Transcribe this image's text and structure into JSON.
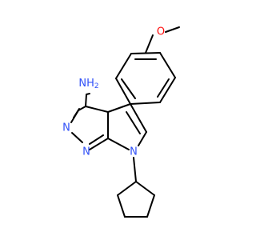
{
  "molecule": {
    "atom_labels": {
      "amine": "NH",
      "amine_subscript": "2",
      "ring_nitrogen_top": "N",
      "ring_nitrogen_bottom": "N",
      "pyrrole_nitrogen": "N",
      "methoxy_oxygen": "O"
    },
    "colors": {
      "nitrogen": "#3050f8",
      "oxygen": "#ff0d0d",
      "bond": "#000000",
      "background": "#ffffff"
    }
  }
}
